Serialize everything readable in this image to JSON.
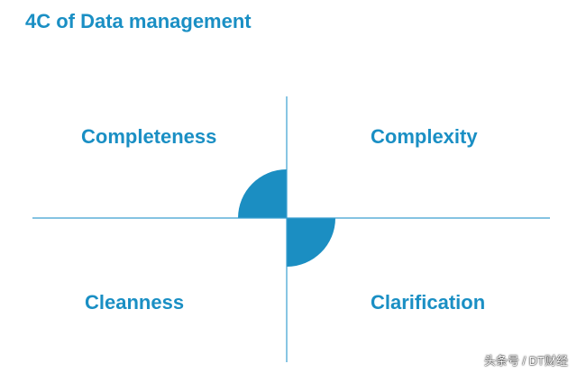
{
  "title": "4C of Data management",
  "quadrants": {
    "top_left": "Completeness",
    "top_right": "Complexity",
    "bottom_left": "Cleanness",
    "bottom_right": "Clarification"
  },
  "watermark": "头条号 / DT财经",
  "colors": {
    "accent": "#1a8fc4",
    "shape": "#1b8ec2",
    "axis": "#3a9fd0"
  }
}
